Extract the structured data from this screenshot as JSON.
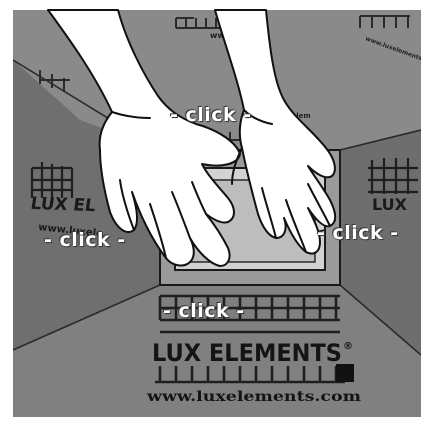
{
  "labels": {
    "top": "- click -",
    "left": "- click -",
    "right": "- click -",
    "bottom": "- click -"
  },
  "board_text": {
    "brand": "LUX ELEMENTS",
    "registered": "®",
    "website": "www.luxelements.com",
    "brand_partial_left": "LUX EL",
    "brand_partial_right": "LUX",
    "website_partial_left": "www.luxele",
    "website_partial_top": "www.luxelem",
    "website_partial_top_right": "www.luxelements.com"
  },
  "colors": {
    "panel_gray": "#7e7e7e",
    "panel_dark": "#6f6f6f",
    "background": "#ffffff",
    "ink": "#1a1a1a",
    "drain_inner": "#bdbdbd",
    "label_text": "#ffffff"
  }
}
